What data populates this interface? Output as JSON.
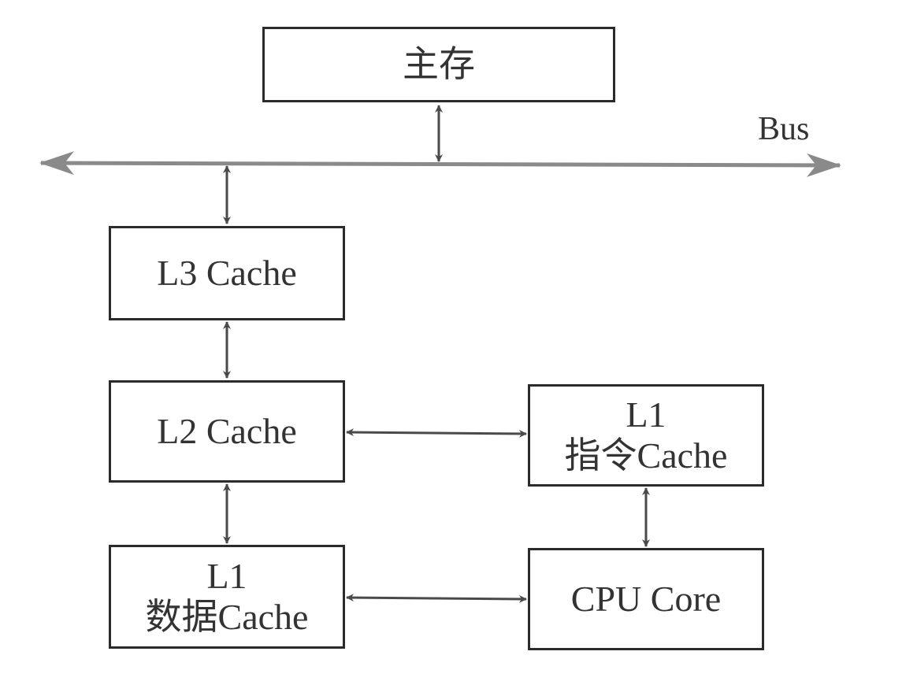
{
  "main_memory": {
    "label": "主存"
  },
  "bus": {
    "label": "Bus"
  },
  "l3_cache": {
    "label": "L3 Cache"
  },
  "l2_cache": {
    "label": "L2 Cache"
  },
  "l1_instruction_cache": {
    "line1": "L1",
    "line2": "指令Cache"
  },
  "l1_data_cache": {
    "line1": "L1",
    "line2": "数据Cache"
  },
  "cpu_core": {
    "label": "CPU Core"
  },
  "colors": {
    "bus": "#8a8a8a",
    "arrow": "#4a4a4a",
    "border": "#2b2b2b",
    "text": "#333333"
  }
}
